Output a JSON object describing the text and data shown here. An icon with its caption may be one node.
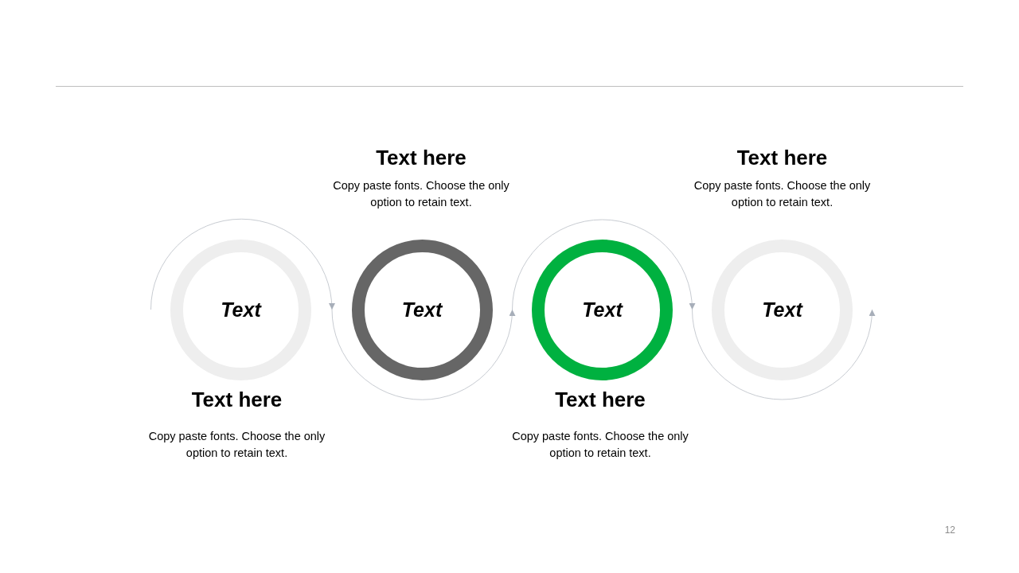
{
  "diagram": {
    "nodes": [
      {
        "text": [
          "Text"
        ],
        "beside": [
          "Text here",
          "Copy paste fonts. Choose the only option to retain text."
        ]
      },
      {
        "text": [
          "Text"
        ],
        "beside": [
          "Text here",
          "Copy paste fonts. Choose the only option to retain text."
        ]
      },
      {
        "text": [
          "Text"
        ],
        "beside": [
          "Text here",
          "Copy paste fonts. Choose the only option to retain text."
        ]
      },
      {
        "text": [
          "Text"
        ],
        "beside": [
          "Text here",
          "Copy paste fonts. Choose the only option to retain text."
        ]
      }
    ],
    "labels": [
      "12"
    ]
  }
}
